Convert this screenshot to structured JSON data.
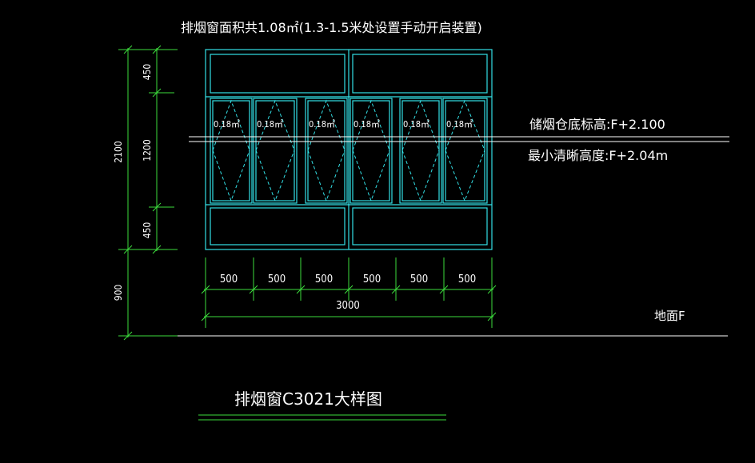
{
  "drawing": {
    "top_note": "排烟窗面积共1.08㎡(1.3-1.5米处设置手动开启装置)",
    "level_label_1": "储烟仓底标高:F+2.100",
    "level_label_2": "最小清晰高度:F+2.04m",
    "ground_label": "地面F",
    "title": "排烟窗C3021大样图",
    "pane_area": "0.18㎡",
    "pane_areas": [
      "0.18㎡",
      "0.18㎡",
      "0.18㎡",
      "0.18㎡",
      "0.18㎡",
      "0.18㎡"
    ],
    "dim_total_height": "2100",
    "dim_rows": [
      "450",
      "1200",
      "450"
    ],
    "dim_sill": "900",
    "dim_cols": [
      "500",
      "500",
      "500",
      "500",
      "500",
      "500"
    ],
    "dim_total_width": "3000"
  },
  "colors": {
    "background": "#000000",
    "window_lines": "#33e0e6",
    "dimension_lines": "#3ddc3d",
    "text": "#ffffff"
  }
}
